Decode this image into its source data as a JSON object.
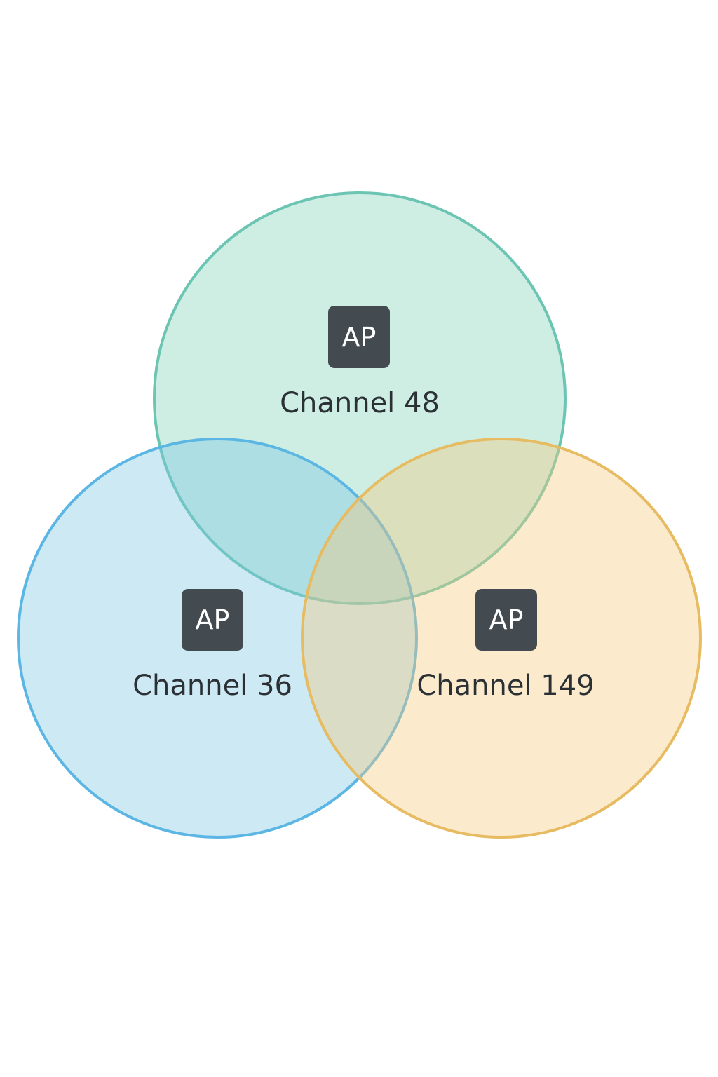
{
  "colors": {
    "background": "#ffffff",
    "ap_box": "#434a50",
    "ap_text": "#ffffff",
    "label_text": "#2b3035"
  },
  "access_points": [
    {
      "icon": "access-point-icon",
      "ap_label": "AP",
      "channel_label": "Channel 48",
      "fill_color": "#7fd3b7",
      "stroke_color": "#6cc5b3"
    },
    {
      "icon": "access-point-icon",
      "ap_label": "AP",
      "channel_label": "Channel 36",
      "fill_color": "#79c4e3",
      "stroke_color": "#5cb6e4"
    },
    {
      "icon": "access-point-icon",
      "ap_label": "AP",
      "channel_label": "Channel 149",
      "fill_color": "#f4c978",
      "stroke_color": "#e7bb61"
    }
  ]
}
